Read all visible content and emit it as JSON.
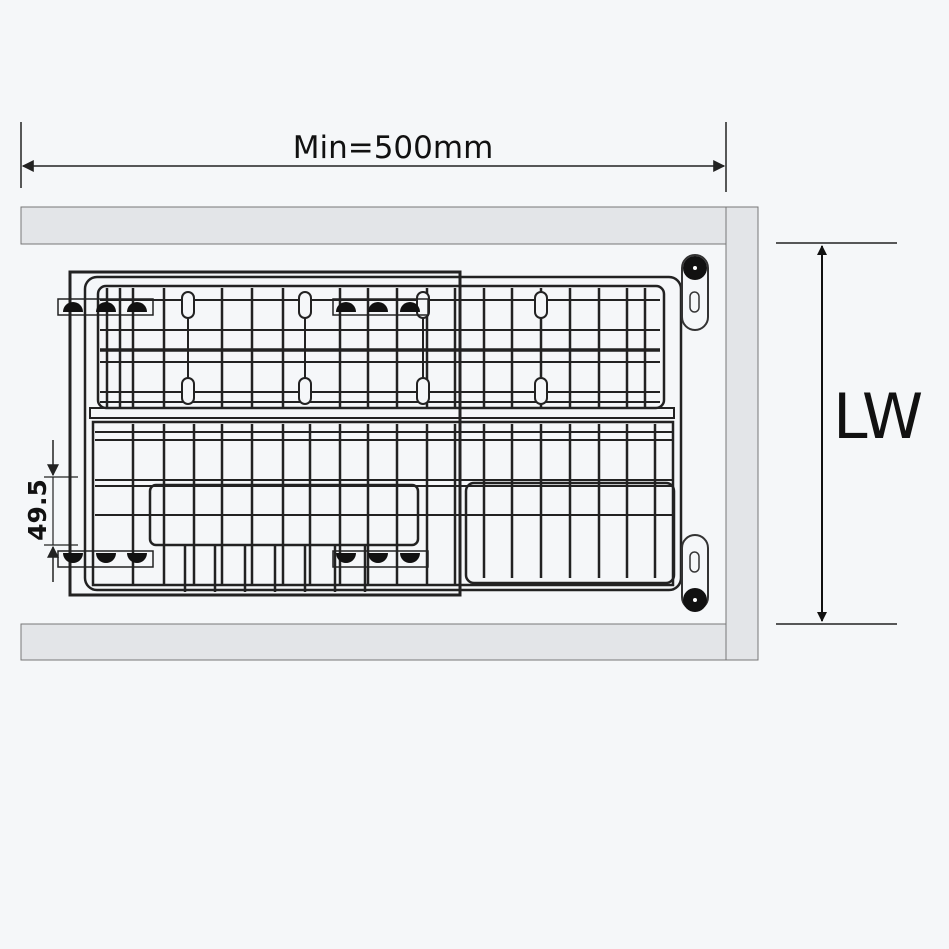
{
  "labels": {
    "width_dimension": "Min=500mm",
    "height_dimension": "LW",
    "spacing_dimension": "49.5"
  },
  "colors": {
    "background": "#f5f7f9",
    "panel": "#e3e5e8",
    "line": "#222222"
  }
}
